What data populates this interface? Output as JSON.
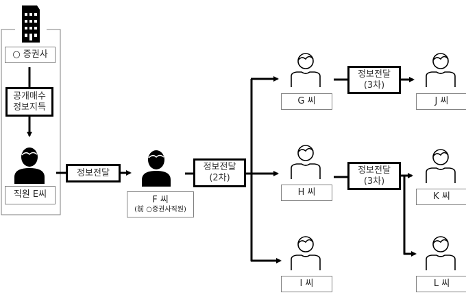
{
  "company": {
    "icon": "office-building-icon",
    "label": "○ 증권사",
    "acquire_step": {
      "line1": "공개매수",
      "line2": "정보지득"
    }
  },
  "nodes": {
    "E": {
      "label": "직원 E씨",
      "icon": "person-filled-icon"
    },
    "F": {
      "label": "F 씨",
      "sublabel": "(前 ○증권사직원)",
      "icon": "person-filled-icon"
    },
    "G": {
      "label": "G 씨",
      "icon": "person-outline-icon"
    },
    "H": {
      "label": "H 씨",
      "icon": "person-outline-icon"
    },
    "I": {
      "label": "I 씨",
      "icon": "person-outline-icon"
    },
    "J": {
      "label": "J 씨",
      "icon": "person-outline-icon"
    },
    "K": {
      "label": "K 씨",
      "icon": "person-outline-icon"
    },
    "L": {
      "label": "L 씨",
      "icon": "person-outline-icon"
    }
  },
  "steps": {
    "first": {
      "line1": "정보전달"
    },
    "second": {
      "line1": "정보전달",
      "line2": "(2차)"
    },
    "third_g": {
      "line1": "정보전달",
      "line2": "(3차)"
    },
    "third_h": {
      "line1": "정보전달",
      "line2": "(3차)"
    }
  }
}
